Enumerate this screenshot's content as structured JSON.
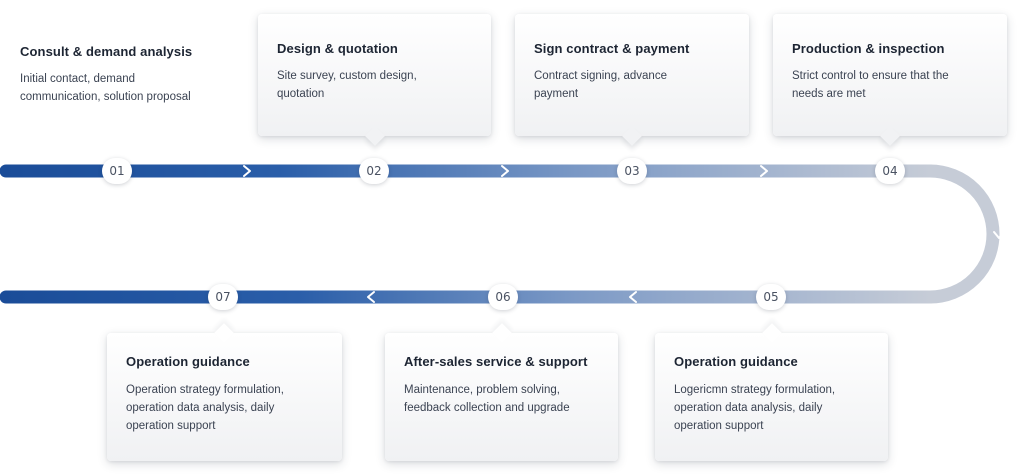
{
  "steps": [
    {
      "number": "01",
      "title": "Consult & demand analysis",
      "description": "Initial contact, demand\ncommunication, solution proposal"
    },
    {
      "number": "02",
      "title": "Design & quotation",
      "description": "Site survey, custom design,\nquotation"
    },
    {
      "number": "03",
      "title": "Sign contract & payment",
      "description": "Contract signing, advance\npayment"
    },
    {
      "number": "04",
      "title": "Production & inspection",
      "description": "Strict control to ensure that the\nneeds are met"
    },
    {
      "number": "05",
      "title": "Operation guidance",
      "description": "Logericmn strategy formulation,\noperation data analysis, daily\noperation support"
    },
    {
      "number": "06",
      "title": "After-sales service & support",
      "description": "Maintenance, problem solving,\nfeedback collection and upgrade"
    },
    {
      "number": "07",
      "title": "Operation guidance",
      "description": "Operation strategy formulation,\noperation data analysis, daily\noperation support"
    }
  ],
  "colors": {
    "track_dark_blue": "#1c4f9c",
    "track_mid_blue": "#5b82bd",
    "track_light_gray": "#c3cad6",
    "card_title": "#1d2533",
    "card_text": "#3b4352"
  }
}
